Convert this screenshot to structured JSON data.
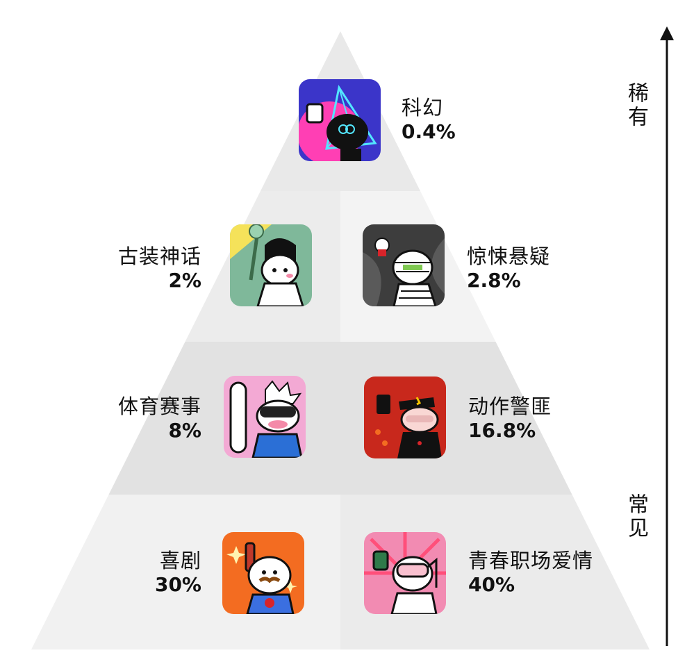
{
  "axis": {
    "top_label": "稀有",
    "bottom_label": "常见"
  },
  "genres": {
    "scifi": {
      "name": "科幻",
      "pct": "0.4%"
    },
    "costume": {
      "name": "古装神话",
      "pct": "2%"
    },
    "thriller": {
      "name": "惊悚悬疑",
      "pct": "2.8%"
    },
    "sports": {
      "name": "体育赛事",
      "pct": "8%"
    },
    "action": {
      "name": "动作警匪",
      "pct": "16.8%"
    },
    "comedy": {
      "name": "喜剧",
      "pct": "30%"
    },
    "romance": {
      "name": "青春职场爱情",
      "pct": "40%"
    }
  },
  "icons": {
    "scifi": "scifi-character-icon",
    "costume": "costume-character-icon",
    "thriller": "mummy-character-icon",
    "sports": "snowboard-character-icon",
    "action": "police-character-icon",
    "comedy": "superhero-character-icon",
    "romance": "snorkel-character-icon"
  },
  "colors": {
    "tier1": "#e9e9e9",
    "tier2": "#efefef",
    "tier3": "#e2e2e2",
    "tier4": "#f0f0f0",
    "scifi_bg": "#3b35c9",
    "costume_bg": "#7fb89a",
    "thriller_bg": "#3d3d3d",
    "sports_bg": "#f3a9d4",
    "action_bg": "#c8281c",
    "comedy_bg": "#f36c21",
    "romance_bg": "#f28bb2"
  }
}
